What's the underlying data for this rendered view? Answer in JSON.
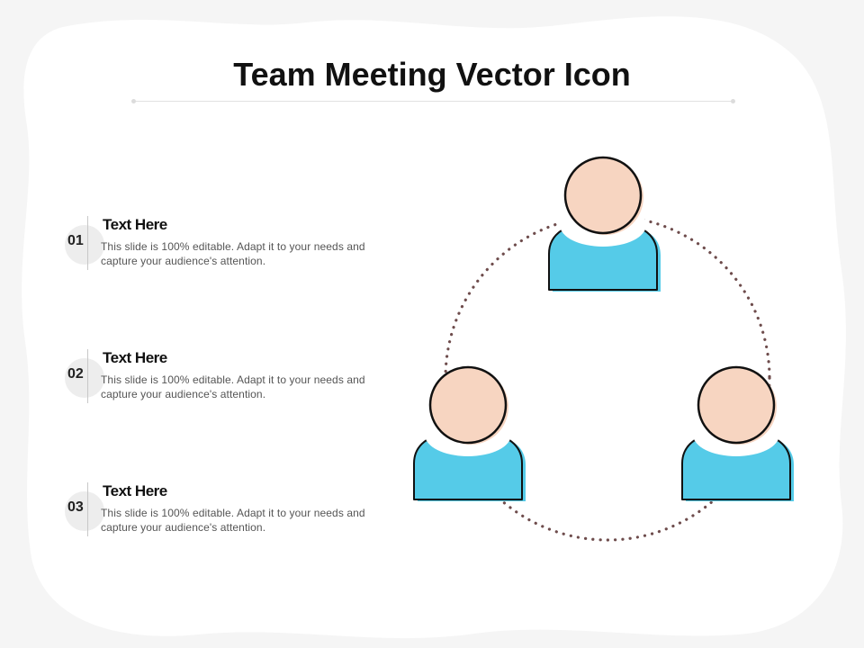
{
  "slide": {
    "title": "Team Meeting Vector Icon"
  },
  "items": [
    {
      "number": "01",
      "title": "Text Here",
      "description": "This slide is 100% editable. Adapt it to your needs and capture your audience's attention."
    },
    {
      "number": "02",
      "title": "Text Here",
      "description": "This slide is 100% editable. Adapt it to your needs and capture your audience's attention."
    },
    {
      "number": "03",
      "title": "Text Here",
      "description": "This slide is 100% editable. Adapt it to your needs and capture your audience's attention."
    }
  ],
  "diagram": {
    "people_count": 3,
    "icons": [
      "person-icon",
      "person-icon",
      "person-icon"
    ]
  },
  "colors": {
    "head_fill": "#f7d5c1",
    "body_fill": "#55cbe8",
    "outline": "#111111",
    "dotted_circle": "#6e4c4c",
    "card_background": "#ffffff",
    "page_background": "#f5f5f5"
  }
}
